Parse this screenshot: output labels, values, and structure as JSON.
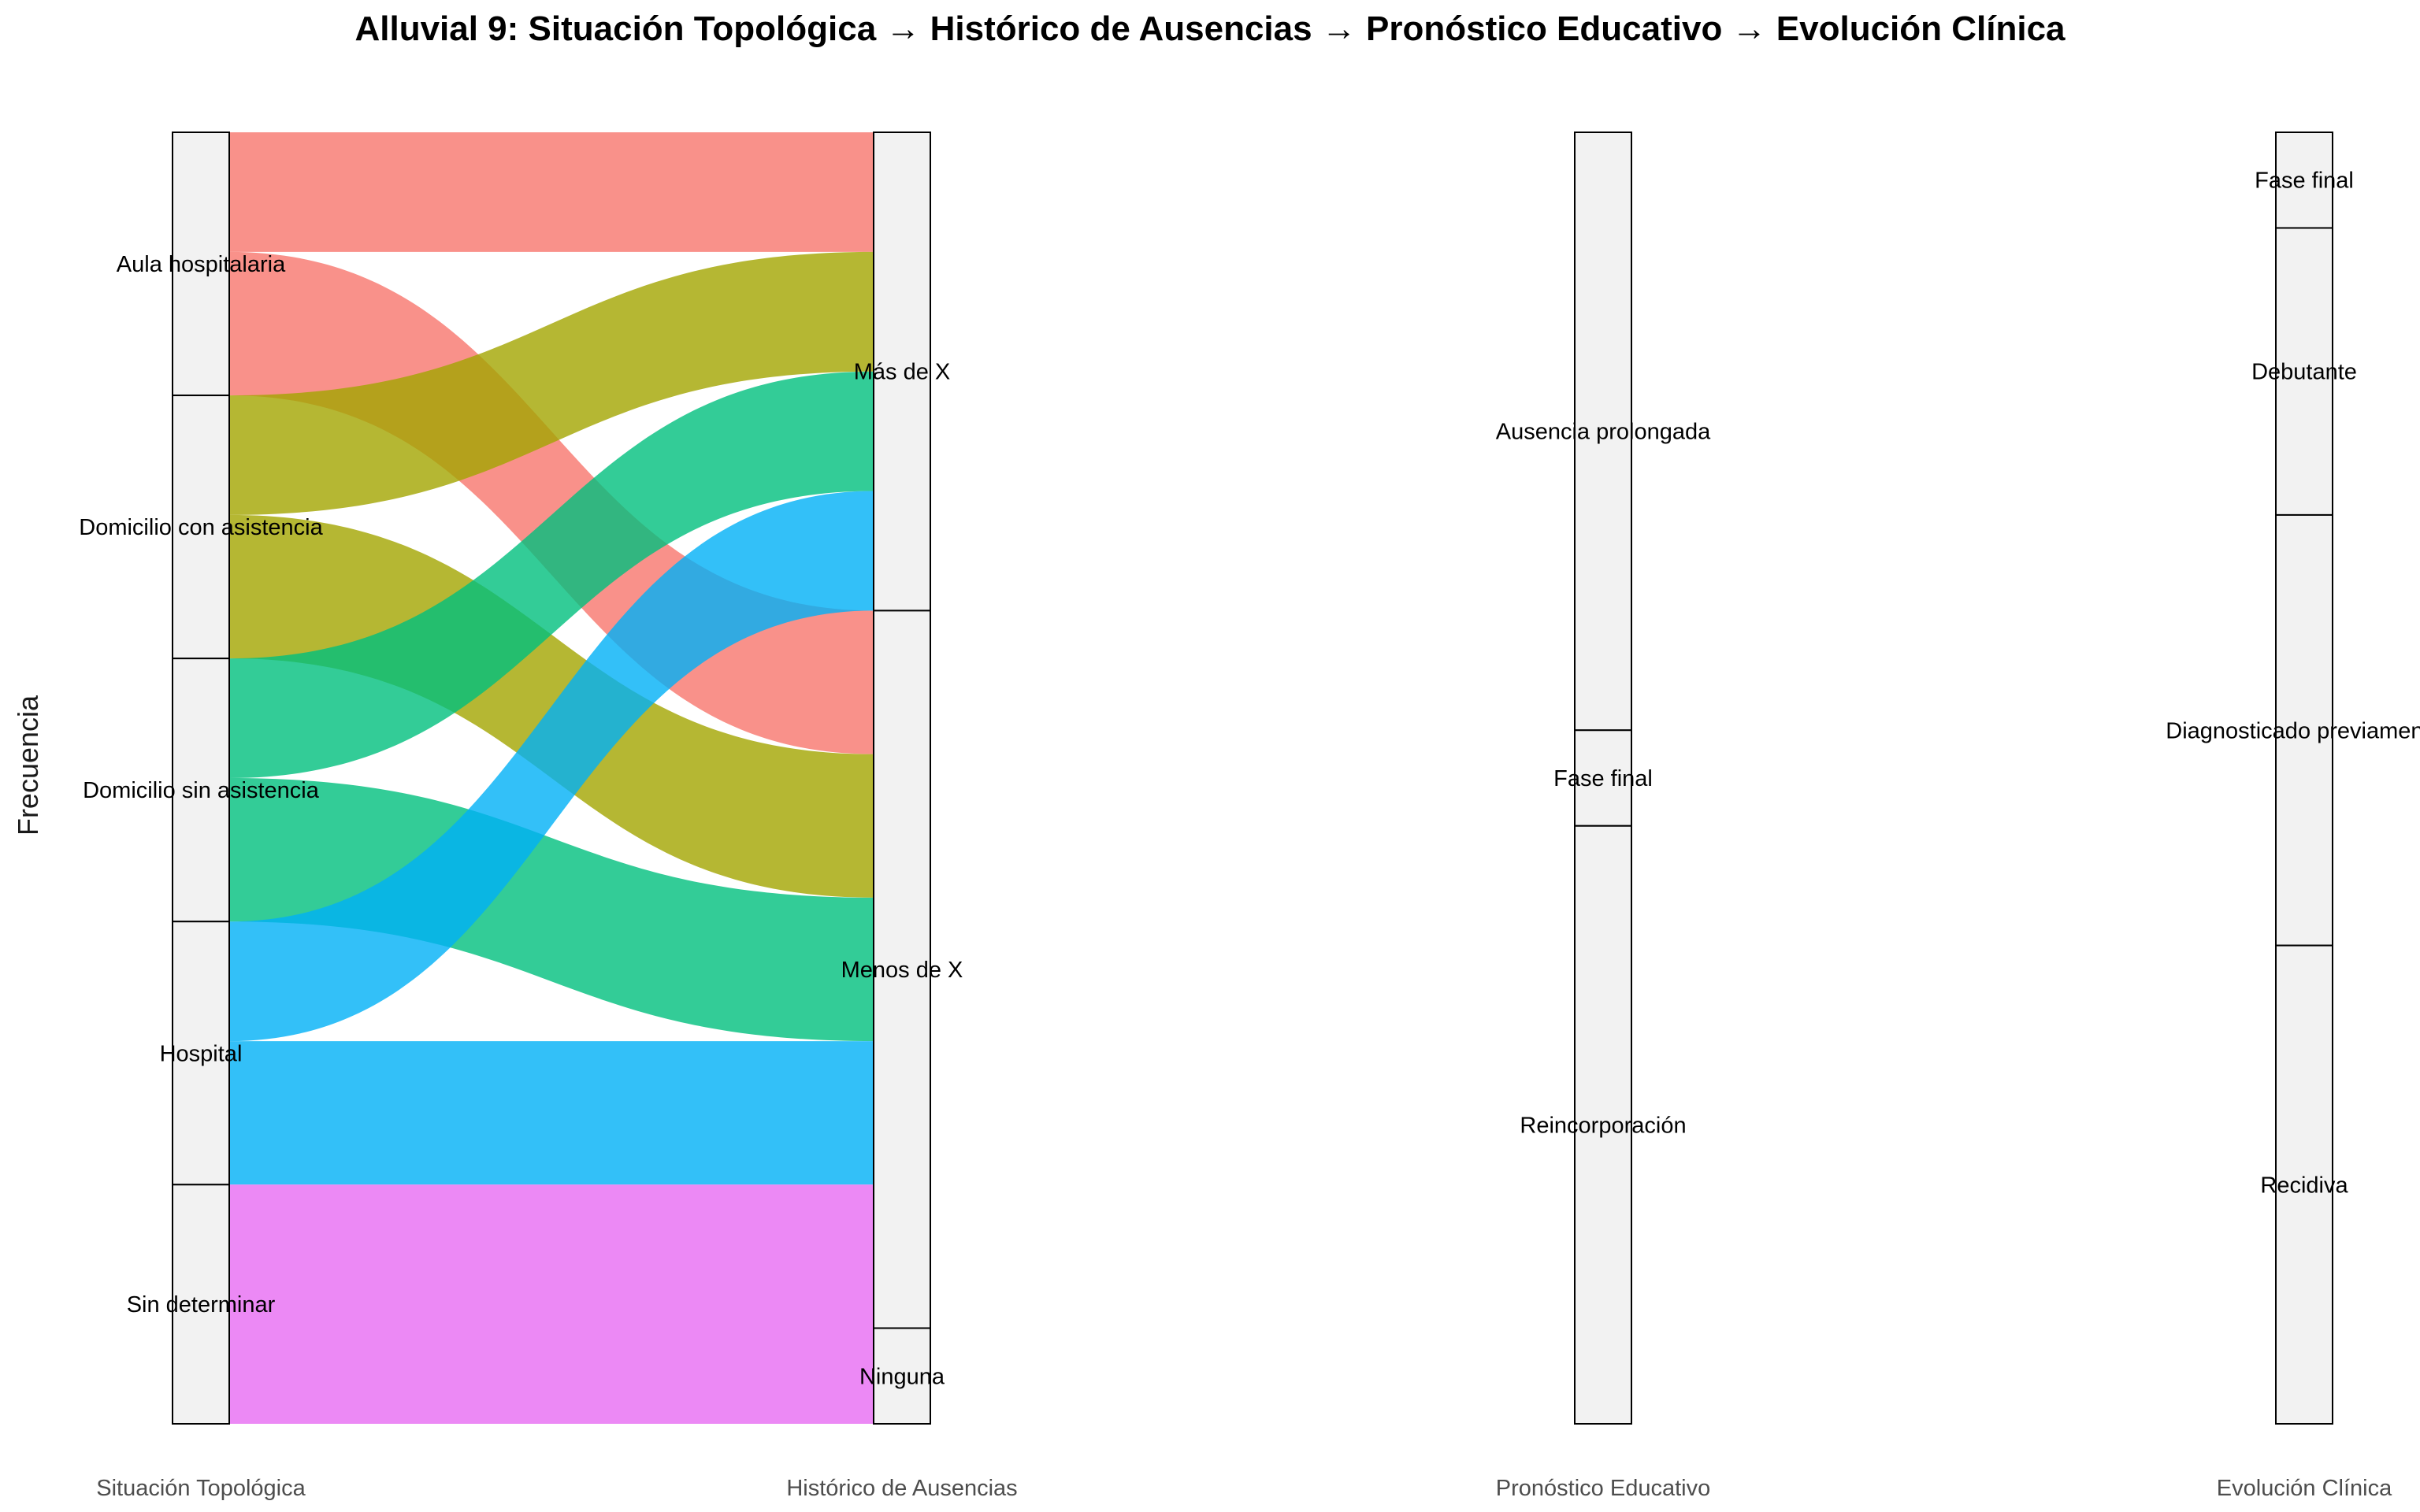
{
  "chart_data": {
    "type": "alluvial",
    "title": "Alluvial 9: Situación Topológica → Histórico de Ausencias → Pronóstico Educativo → Evolución Clínica",
    "xlabel": "",
    "ylabel": "Frecuencia",
    "axes": [
      "Situación Topológica",
      "Histórico de Ausencias",
      "Pronóstico Educativo",
      "Evolución Clínica"
    ],
    "fill_by": "Situación Topológica",
    "strata": [
      [
        {
          "label": "Aula hospitalaria",
          "value": 11
        },
        {
          "label": "Domicilio con asistencia",
          "value": 11
        },
        {
          "label": "Domicilio sin asistencia",
          "value": 11
        },
        {
          "label": "Hospital",
          "value": 11
        },
        {
          "label": "Sin determinar",
          "value": 10
        }
      ],
      [
        {
          "label": "Más de X",
          "value": 20
        },
        {
          "label": "Menos de X",
          "value": 30
        },
        {
          "label": "Ninguna",
          "value": 4
        }
      ],
      [
        {
          "label": "Ausencia prolongada",
          "value": 25
        },
        {
          "label": "Fase final",
          "value": 4
        },
        {
          "label": "Reincorporación",
          "value": 25
        }
      ],
      [
        {
          "label": "Fase final",
          "value": 4
        },
        {
          "label": "Debutante",
          "value": 12
        },
        {
          "label": "Diagnosticado previamente",
          "value": 18
        },
        {
          "label": "Recidiva",
          "value": 20
        }
      ]
    ],
    "flows_axis1_to_axis2": [
      {
        "from": "Aula hospitalaria",
        "to": "Más de X",
        "value": 5
      },
      {
        "from": "Aula hospitalaria",
        "to": "Menos de X",
        "value": 6
      },
      {
        "from": "Domicilio con asistencia",
        "to": "Más de X",
        "value": 5
      },
      {
        "from": "Domicilio con asistencia",
        "to": "Menos de X",
        "value": 6
      },
      {
        "from": "Domicilio sin asistencia",
        "to": "Más de X",
        "value": 5
      },
      {
        "from": "Domicilio sin asistencia",
        "to": "Menos de X",
        "value": 6
      },
      {
        "from": "Hospital",
        "to": "Más de X",
        "value": 5
      },
      {
        "from": "Hospital",
        "to": "Menos de X",
        "value": 6
      },
      {
        "from": "Sin determinar",
        "to": "Menos de X",
        "value": 6
      },
      {
        "from": "Sin determinar",
        "to": "Ninguna",
        "value": 4
      }
    ],
    "colors": {
      "Aula hospitalaria": "#F8766D",
      "Domicilio con asistencia": "#A3A500",
      "Domicilio sin asistencia": "#00BF7D",
      "Hospital": "#00B0F6",
      "Sin determinar": "#E76BF3"
    },
    "stratum_fill": "#f2f2f2",
    "stratum_stroke": "#000000",
    "flow_opacity": 0.8,
    "legend": "none",
    "grid": false
  }
}
